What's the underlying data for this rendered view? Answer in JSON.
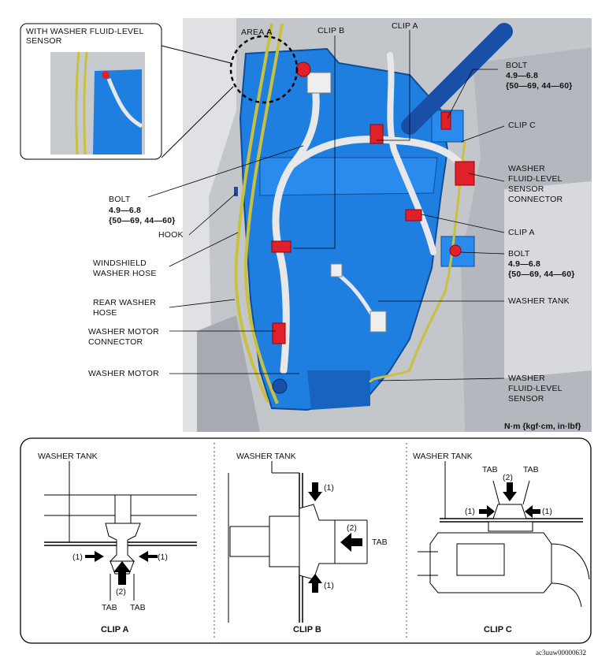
{
  "main": {
    "inset_label": [
      "WITH WASHER FLUID-LEVEL",
      "SENSOR"
    ],
    "area_prefix": "AREA",
    "area_letter": "A",
    "clip_b": "CLIP B",
    "clip_a_top": "CLIP A",
    "bolt_top_right": {
      "title": "BOLT",
      "torque": "4.9—6.8",
      "alt": "{50—69, 44—60}"
    },
    "clip_c": "CLIP C",
    "sensor_connector": [
      "WASHER",
      "FLUID-LEVEL",
      "SENSOR",
      "CONNECTOR"
    ],
    "bolt_left": {
      "title": "BOLT",
      "torque": "4.9—6.8",
      "alt": "{50—69, 44—60}"
    },
    "hook": "HOOK",
    "clip_a_mid": "CLIP A",
    "windshield_hose": [
      "WINDSHIELD",
      "WASHER HOSE"
    ],
    "bolt_right": {
      "title": "BOLT",
      "torque": "4.9—6.8",
      "alt": "{50—69, 44—60}"
    },
    "rear_hose": [
      "REAR WASHER",
      "HOSE"
    ],
    "washer_tank": "WASHER TANK",
    "motor_connector": [
      "WASHER MOTOR",
      "CONNECTOR"
    ],
    "washer_motor": "WASHER MOTOR",
    "fluid_sensor": [
      "WASHER",
      "FLUID-LEVEL",
      "SENSOR"
    ],
    "unit_note": "N·m {kgf·cm, in·lbf}"
  },
  "details": {
    "clip_a": {
      "tank": "WASHER TANK",
      "step1": "(1)",
      "step2": "(2)",
      "tab": "TAB",
      "caption": "CLIP A"
    },
    "clip_b": {
      "tank": "WASHER TANK",
      "step1": "(1)",
      "step2": "(2)",
      "tab": "TAB",
      "caption": "CLIP B"
    },
    "clip_c": {
      "tank": "WASHER TANK",
      "step1": "(1)",
      "step2": "(2)",
      "tab": "TAB",
      "caption": "CLIP C"
    }
  },
  "figure_id": "ac3uuw00000632",
  "colors": {
    "tank": "#1f7fe0",
    "clip": "#e0202a",
    "hose": "#c9c040",
    "photo_bg": "#c8cbd0"
  }
}
